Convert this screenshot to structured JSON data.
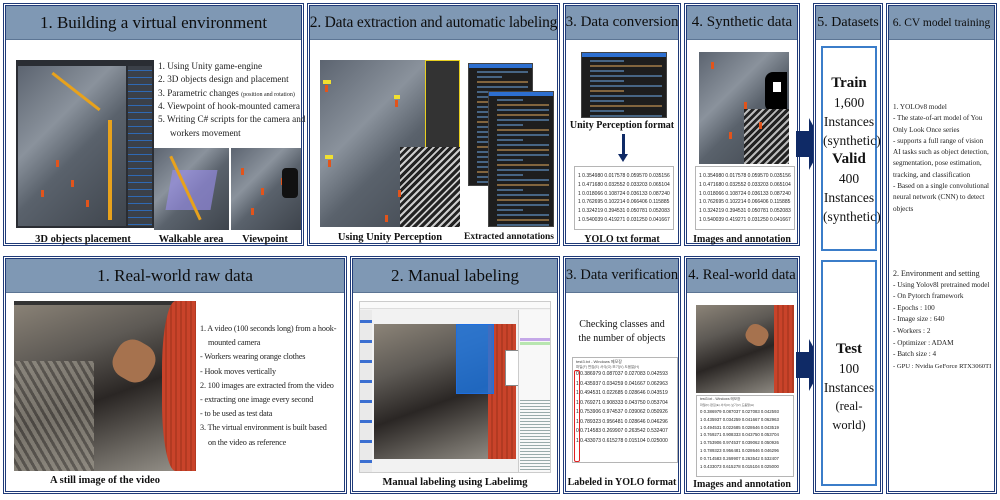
{
  "top_row": {
    "building": {
      "title": "1. Building a virtual environment",
      "steps": [
        "1. Using Unity game-engine",
        "2. 3D objects design and placement",
        "3. Parametric changes",
        "4. Viewpoint of hook-mounted camera",
        "5. Writing C# scripts for the camera and",
        "workers movement"
      ],
      "steps_note": "(position and rotation)",
      "captions": [
        "3D objects placement",
        "Walkable area",
        "Viewpoint"
      ]
    },
    "extraction": {
      "title": "2. Data extraction and automatic labeling",
      "captions": [
        "Using Unity Perception",
        "Extracted annotations"
      ]
    },
    "conversion": {
      "title": "3. Data conversion",
      "source_caption": "Unity Perception format",
      "target_caption": "YOLO txt format",
      "yolo_rows": [
        "1 0.354980 0.017578 0.059570 0.035156",
        "1 0.471680 0.032552 0.033203 0.065104",
        "1 0.018066 0.108724 0.036133 0.087240",
        "1 0.762695 0.102214 0.066406 0.115885",
        "1 0.324219 0.394531 0.050781 0.052083",
        "1 0.540039 0.419271 0.031250 0.041667"
      ]
    },
    "synthetic": {
      "title": "4. Synthetic data",
      "caption": "Images and annotation"
    }
  },
  "bottom_row": {
    "raw": {
      "title": "1. Real-world raw data",
      "caption": "A still image of the video",
      "steps": [
        "1. A video (100 seconds long) from a hook-",
        "mounted camera",
        "- Workers wearing orange clothes",
        "- Hook moves vertically",
        "2. 100 images are extracted from the video",
        "- extracting one image every second",
        "- to be used as test data",
        "3. The virtual environment is built based",
        "on the video as reference"
      ]
    },
    "manual": {
      "title": "2. Manual labeling",
      "caption": "Manual labeling using Labelimg"
    },
    "verification": {
      "title": "3. Data verification",
      "subtitle_line1": "Checking classes and",
      "subtitle_line2": "the number of objects",
      "window_title": "test3.txt - Windows 메모장",
      "menu": "파일(F) 편집(E) 서식(O) 보기(V) 도움말(H)",
      "yolo_rows": [
        "0 0.386979 0.087037 0.027083 0.042593",
        "1 0.435937 0.034259 0.041667 0.062963",
        "1 0.494531 0.022685 0.028646 0.043519",
        "1 0.769271 0.908333 0.043750 0.053704",
        "1 0.753906 0.974537 0.039062 0.050926",
        "1 0.789323 0.956481 0.028646 0.046296",
        "0 0.714583 0.269907 0.263542 0.532407",
        "1 0.433073 0.615278 0.015104 0.025000"
      ],
      "caption": "Labeled in YOLO format"
    },
    "realworld": {
      "title": "4. Real-world data",
      "caption": "Images and annotation"
    }
  },
  "datasets": {
    "title": "5. Datasets",
    "train": {
      "label": "Train",
      "count": "1,600",
      "unit": "Instances",
      "source": "(synthetic)"
    },
    "valid": {
      "label": "Valid",
      "count": "400",
      "unit": "Instances",
      "source": "(synthetic)"
    },
    "test": {
      "label": "Test",
      "count": "100",
      "unit": "Instances",
      "source": "(real-world)"
    }
  },
  "training": {
    "title": "6. CV model training",
    "model_lines": [
      "1. YOLOv8 model",
      "- The state-of-art model of You",
      "Only Look Once series",
      "- supports a full range of vision",
      "AI tasks such as object detection,",
      "segmentation, pose estimation,",
      "tracking, and classification",
      "- Based on a single convolutional",
      "neural network (CNN) to detect",
      "objects"
    ],
    "setting_lines": [
      "2. Environment and setting",
      "- Using Yolov8l pretrained model",
      "- On Pytorch framework",
      "- Epochs : 100",
      "- Image size : 640",
      "- Workers : 2",
      "- Optimizer : ADAM",
      "- Batch size : 4",
      "- GPU : Nvidia GeForce RTX3060TI"
    ]
  },
  "colors": {
    "header_bg": "#7f98b4",
    "border": "#1f3a78",
    "arrow": "#0f2a66",
    "dataset_box": "#3b7dc9",
    "highlight": "#e02020"
  }
}
